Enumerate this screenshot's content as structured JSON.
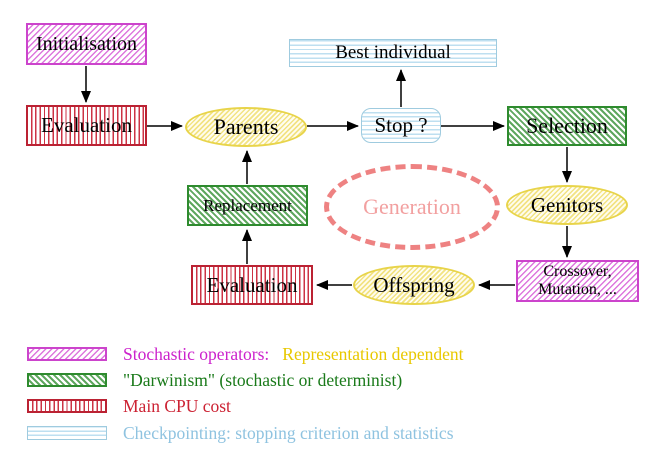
{
  "diagram": {
    "title_semantic": "Evolutionary algorithm generation loop",
    "nodes": {
      "initialisation": {
        "label": "Initialisation"
      },
      "evaluation_top": {
        "label": "Evaluation"
      },
      "parents": {
        "label": "Parents"
      },
      "best_individual": {
        "label": "Best individual"
      },
      "stop": {
        "label": "Stop ?"
      },
      "selection": {
        "label": "Selection"
      },
      "genitors": {
        "label": "Genitors"
      },
      "crossover": {
        "line1": "Crossover,",
        "line2": "Mutation, ..."
      },
      "offspring": {
        "label": "Offspring"
      },
      "evaluation_bottom": {
        "label": "Evaluation"
      },
      "replacement": {
        "label": "Replacement"
      },
      "generation": {
        "label": "Generation"
      }
    },
    "edges": [
      "Initialisation -> Evaluation",
      "Evaluation -> Parents",
      "Parents -> Stop ?",
      "Stop ? -> Best individual",
      "Stop ? -> Selection",
      "Selection -> Genitors",
      "Genitors -> Crossover, Mutation, ...",
      "Crossover, Mutation, ... -> Offspring",
      "Offspring -> Evaluation",
      "Evaluation -> Replacement",
      "Replacement -> Parents"
    ],
    "legend": {
      "rows": [
        {
          "swatch": "magenta-diagonal-hatch",
          "parts": [
            {
              "text": "Stochastic operators:",
              "color": "#cc22cc"
            },
            {
              "text": "Representation dependent",
              "color": "#e8c800"
            }
          ]
        },
        {
          "swatch": "green-diagonal-hatch",
          "parts": [
            {
              "text": "\"Darwinism\" (stochastic or determinist)",
              "color": "#1a7a1a"
            }
          ]
        },
        {
          "swatch": "red-vertical-stripes",
          "parts": [
            {
              "text": "Main CPU cost",
              "color": "#cc2233"
            }
          ]
        },
        {
          "swatch": "cyan-horizontal-stripes",
          "parts": [
            {
              "text": "Checkpointing: stopping criterion and statistics",
              "color": "#8fc3e0"
            }
          ]
        }
      ]
    },
    "colors": {
      "magenta_border": "#cc44cc",
      "red_border": "#bb2233",
      "green_border": "#2e8b2e",
      "cyan_border": "#9fcbdf",
      "yellow_border": "#e8d44a",
      "salmon_dashed": "#ee8282",
      "arrow": "#000000",
      "background": "#ffffff"
    }
  }
}
